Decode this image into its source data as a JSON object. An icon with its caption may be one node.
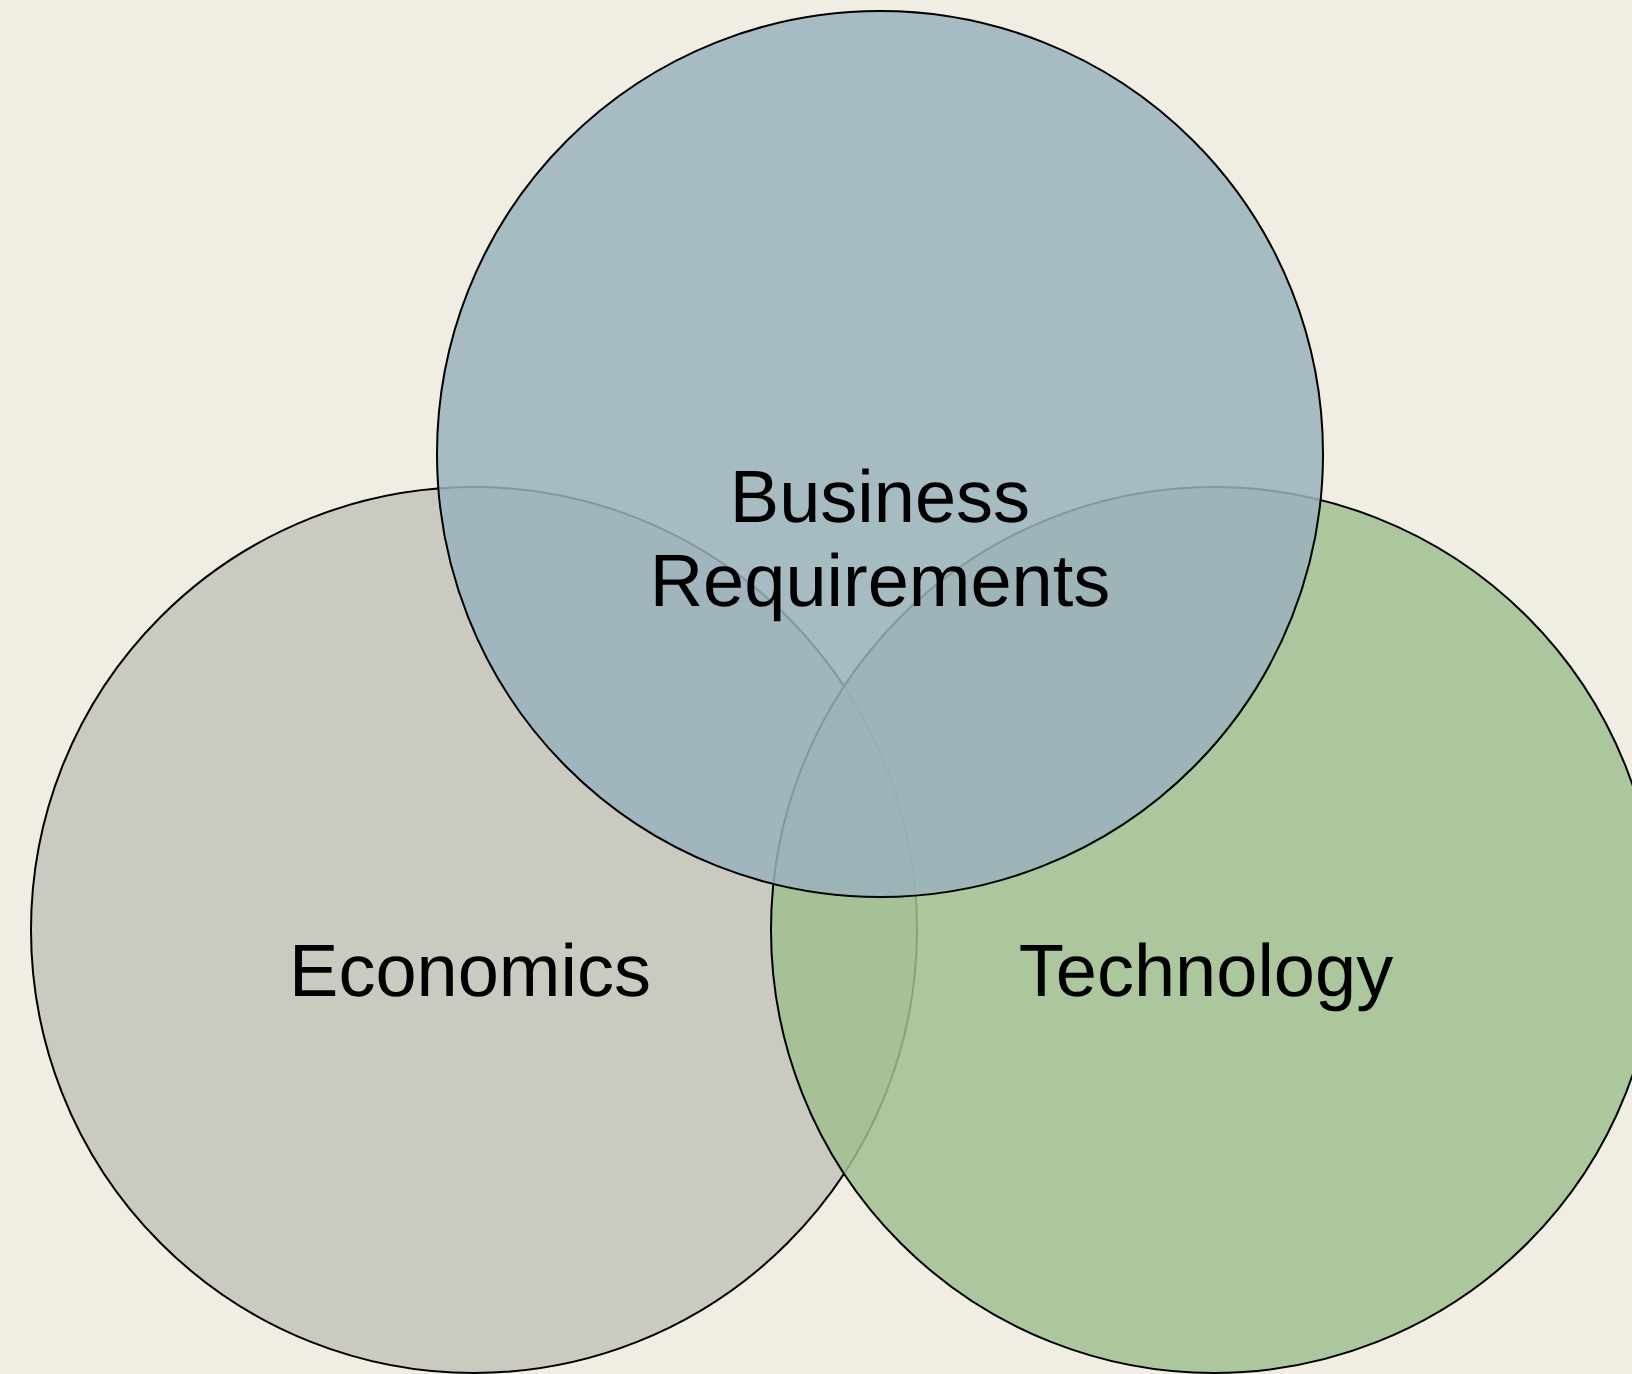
{
  "diagram": {
    "nodes": [
      {
        "text": [
          "Business Requirements"
        ]
      },
      {
        "text": [
          "Economics"
        ]
      },
      {
        "text": [
          "Technology"
        ]
      }
    ],
    "edges": []
  }
}
